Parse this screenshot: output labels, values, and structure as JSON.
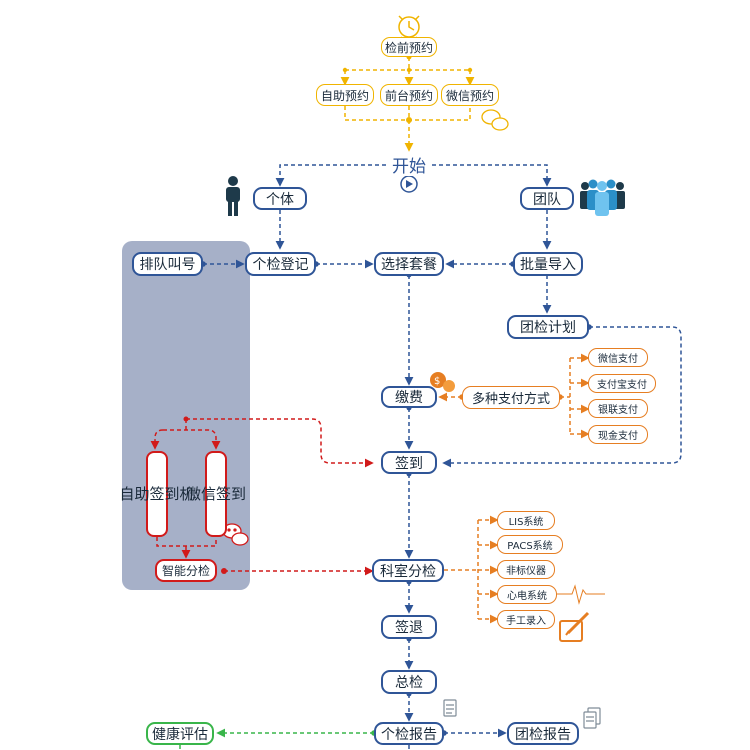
{
  "diagram": {
    "reservation": {
      "title": "检前预约",
      "options": [
        "自助预约",
        "前台预约",
        "微信预约"
      ]
    },
    "start": "开始",
    "individual": "个体",
    "team": "团队",
    "queue": "排队叫号",
    "register": "个检登记",
    "choose_package": "选择套餐",
    "batch_import": "批量导入",
    "team_plan": "团检计划",
    "payment": "缴费",
    "payment_methods_label": "多种支付方式",
    "payment_methods": [
      "微信支付",
      "支付宝支付",
      "银联支付",
      "现金支付"
    ],
    "checkin": "签到",
    "self_checkin": "自助签到机",
    "wechat_checkin": "微信签到",
    "smart_triage": "智能分检",
    "dept_triage": "科室分检",
    "dept_systems": [
      "LIS系统",
      "PACS系统",
      "非标仪器",
      "心电系统",
      "手工录入"
    ],
    "checkout": "签退",
    "summary": "总检",
    "individual_report": "个检报告",
    "health_assessment": "健康评估",
    "team_report": "团检报告"
  },
  "colors": {
    "blue": "#2f5597",
    "gold": "#f0b400",
    "orange": "#e67e22",
    "red": "#d11a1a",
    "green": "#39b54a",
    "panel": "#a6b0c8"
  },
  "icons": [
    "alarm-clock-icon",
    "wechat-icon",
    "play-icon",
    "person-icon",
    "group-icon",
    "money-bag-icon",
    "document-icon",
    "pen-icon",
    "ecg-wave-icon"
  ]
}
